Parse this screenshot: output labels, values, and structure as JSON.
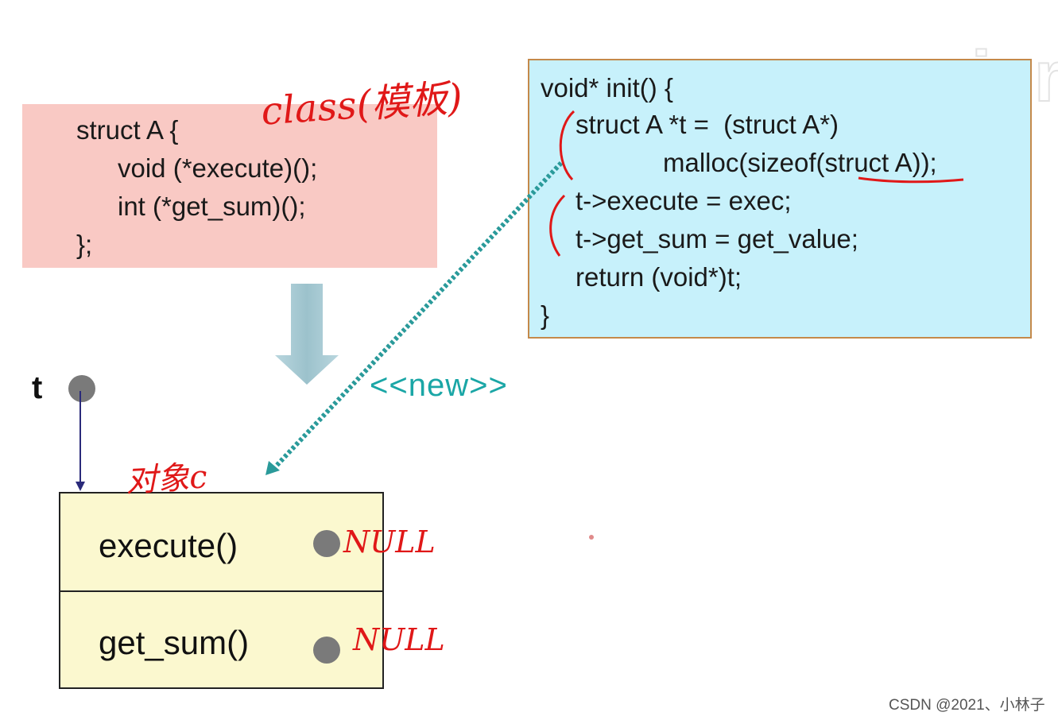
{
  "struct_box": {
    "lines": [
      "struct A {",
      "void (*execute)();",
      "int (*get_sum)();",
      "};"
    ]
  },
  "init_box": {
    "lines": [
      "void* init() {",
      "struct A *t =  (struct A*)",
      "malloc(sizeof(struct A));",
      "t->execute = exec;",
      "t->get_sum = get_value;",
      "return (void*)t;",
      "}"
    ]
  },
  "variable_label": "t",
  "new_label": "<<new>>",
  "object_box": {
    "fields": [
      "execute()",
      "get_sum()"
    ]
  },
  "annotations": {
    "class": "class(模板)",
    "object": "对象c",
    "null_execute": "NULL",
    "null_get_sum": "NULL"
  },
  "watermark": "micr",
  "credit": "CSDN @2021、小林子",
  "colors": {
    "struct_bg": "#f9c9c4",
    "init_bg": "#c7f1fb",
    "object_bg": "#fbf8cf",
    "annotation": "#e01818",
    "new_arrow": "#1aa6a6"
  }
}
